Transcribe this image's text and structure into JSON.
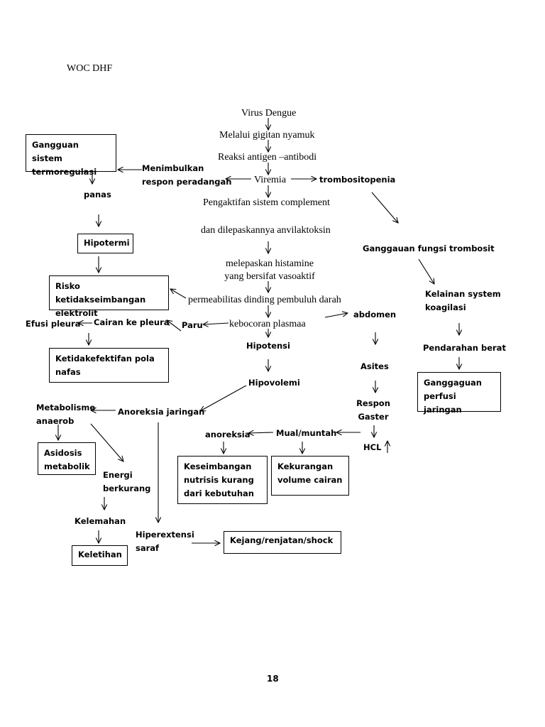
{
  "title": "WOC DHF",
  "page_number": "18",
  "nodes": {
    "virus": "Virus Dengue",
    "gigitan": "Melalui gigitan nyamuk",
    "reaksi": "Reaksi antigen –antibodi",
    "viremia": "Viremia",
    "trombositopenia": "trombositopenia",
    "pengaktifan": "Pengaktifan sistem complement",
    "anvilaktoksin": "dan dilepaskannya anvilaktoksin",
    "histamine": "melepaskan histamine\nyang bersifat vasoaktif",
    "permeabilitas": "permeabilitas dinding pembuluh darah",
    "kebocoran": "kebocoran plasmaa",
    "hipotensi": "Hipotensi",
    "hipovolemi": "Hipovolemi",
    "menimbulkan": "Menimbulkan\nrespon peradangan",
    "termoregulasi": "Gangguan sistem termoregulasi",
    "panas": "panas",
    "hipotermi": "Hipotermi",
    "risko": "Risko ketidakseimbangan elektrolit",
    "paru": "Paru",
    "cairan_pleura": "Cairan ke pleura",
    "efusi": "Efusi pleura",
    "pola_nafas": "Ketidakefektifan pola nafas",
    "fungsi_trombosit": "Ganggauan fungsi trombosit",
    "kelainan": "Kelainan system\nkoagilasi",
    "pendarahan": "Pendarahan berat",
    "perfusi": "Ganggaguan perfusi jaringan",
    "abdomen": "abdomen",
    "asites": "Asites",
    "respon_gaster": "Respon\nGaster",
    "hcl": "HCL",
    "mual": "Mual/muntah",
    "anoreksia": "anoreksia",
    "nutrisi": "Keseimbangan nutrisis kurang dari kebutuhan",
    "volume": "Kekurangan volume cairan",
    "anoreksia_jaringan": "Anoreksia jaringan",
    "metabolisme": "Metabolisme\nanaerob",
    "asidosis": "Asidosis metabolik",
    "energi": "Energi\nberkurang",
    "kelemahan": "Kelemahan",
    "keletihan": "Keletihan",
    "hiperextensi": "Hiperextensi\nsaraf",
    "kejang": "Kejang/renjatan/shock"
  }
}
